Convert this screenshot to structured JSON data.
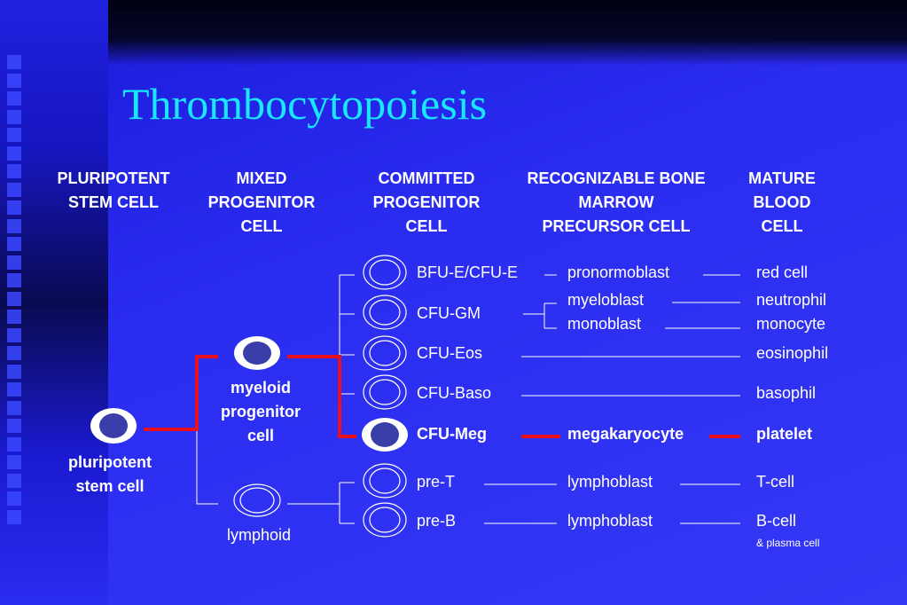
{
  "title": "Thrombocytopoiesis",
  "headers": {
    "pluripotent": "PLURIPOTENT\nSTEM CELL",
    "mixed": "MIXED\nPROGENITOR\nCELL",
    "committed": "COMMITTED\nPROGENITOR\nCELL",
    "recognizable": "RECOGNIZABLE BONE\nMARROW\nPRECURSOR CELL",
    "mature": "MATURE\nBLOOD\nCELL"
  },
  "stem": {
    "label": "pluripotent\nstem cell"
  },
  "mixed_cells": {
    "myeloid": "myeloid\nprogenitor\ncell",
    "lymphoid": "lymphoid"
  },
  "committed": [
    "BFU-E/CFU-E",
    "CFU-GM",
    "CFU-Eos",
    "CFU-Baso",
    "CFU-Meg",
    "pre-T",
    "pre-B"
  ],
  "precursors": [
    "pronormoblast",
    "myeloblast",
    "monoblast",
    "megakaryocyte",
    "lymphoblast",
    "lymphoblast"
  ],
  "mature": [
    "red cell",
    "neutrophil",
    "monocyte",
    "eosinophil",
    "basophil",
    "platelet",
    "T-cell",
    "B-cell"
  ],
  "mature_note": "& plasma cell",
  "colors": {
    "highlight": "#e8101c",
    "title": "#19e6ff",
    "cell_fill": "#3a3ea8",
    "cell_ring": "#ffffff"
  }
}
